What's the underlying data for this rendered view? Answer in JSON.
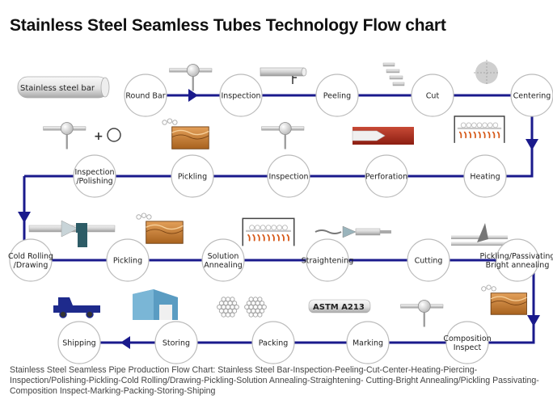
{
  "title": "Stainless Steel Seamless Tubes Technology Flow chart",
  "start_label": "Stainless steel bar",
  "astm_label": "ASTM A213",
  "colors": {
    "line": "#1a1a8c",
    "circle_stroke": "#bbbbbb",
    "text": "#222222"
  },
  "rows": [
    {
      "direction": "right",
      "nodes": [
        {
          "id": "round-bar",
          "label": [
            "Round Bar"
          ],
          "icon": "round-bar-icon"
        },
        {
          "id": "inspection-1",
          "label": [
            "Inspection"
          ],
          "icon": "inspection-gauge-icon"
        },
        {
          "id": "peeling",
          "label": [
            "Peeling"
          ],
          "icon": "peeling-tube-icon"
        },
        {
          "id": "cut",
          "label": [
            "Cut"
          ],
          "icon": "cut-pieces-icon"
        },
        {
          "id": "centering",
          "label": [
            "Centering"
          ],
          "icon": "centering-target-icon"
        }
      ]
    },
    {
      "direction": "left",
      "nodes": [
        {
          "id": "heating",
          "label": [
            "Heating"
          ],
          "icon": "furnace-icon"
        },
        {
          "id": "perforation",
          "label": [
            "Perforation"
          ],
          "icon": "perforation-icon"
        },
        {
          "id": "inspection-2",
          "label": [
            "Inspection"
          ],
          "icon": "inspection-gauge-icon"
        },
        {
          "id": "pickling-1",
          "label": [
            "Pickling"
          ],
          "icon": "pickling-tank-icon"
        },
        {
          "id": "inspection-polishing",
          "label": [
            "Inspection",
            "/Polishing"
          ],
          "icon": "inspection-polishing-icon"
        }
      ]
    },
    {
      "direction": "right",
      "nodes": [
        {
          "id": "cold-rolling",
          "label": [
            "Cold Rolling",
            "/Drawing"
          ],
          "icon": "cold-drawing-icon"
        },
        {
          "id": "pickling-2",
          "label": [
            "Pickling"
          ],
          "icon": "pickling-tank-icon"
        },
        {
          "id": "solution-annealing",
          "label": [
            "Solution",
            "Annealing"
          ],
          "icon": "furnace-icon"
        },
        {
          "id": "straightening",
          "label": [
            "Straightening"
          ],
          "icon": "straightening-icon"
        },
        {
          "id": "cutting",
          "label": [
            "Cutting"
          ],
          "icon": "saw-cut-icon"
        },
        {
          "id": "pickling-passivating",
          "label": [
            "Pickling/Passivating",
            "Bright annealing"
          ],
          "icon": "pickling-tank-icon"
        }
      ]
    },
    {
      "direction": "left",
      "nodes": [
        {
          "id": "composition-inspect",
          "label": [
            "Composition",
            "Inspect"
          ],
          "icon": "inspection-gauge-icon"
        },
        {
          "id": "marking",
          "label": [
            "Marking"
          ],
          "icon": "astm-label-icon"
        },
        {
          "id": "packing",
          "label": [
            "Packing"
          ],
          "icon": "tube-bundle-icon"
        },
        {
          "id": "storing",
          "label": [
            "Storing"
          ],
          "icon": "warehouse-icon"
        },
        {
          "id": "shipping",
          "label": [
            "Shipping"
          ],
          "icon": "truck-icon"
        }
      ]
    }
  ],
  "caption": "Stainless Steel Seamless Pipe Production Flow Chart: Stainless Steel Bar-Inspection-Peeling-Cut-Center-Heating-Piercing-Inspection/Polishing-Pickling-Cold Rolling/Drawing-Pickling-Solution Annealing-Straightening- Cutting-Bright Annealing/Pickling Passivating-Composition Inspect-Marking-Packing-Storing-Shiping"
}
